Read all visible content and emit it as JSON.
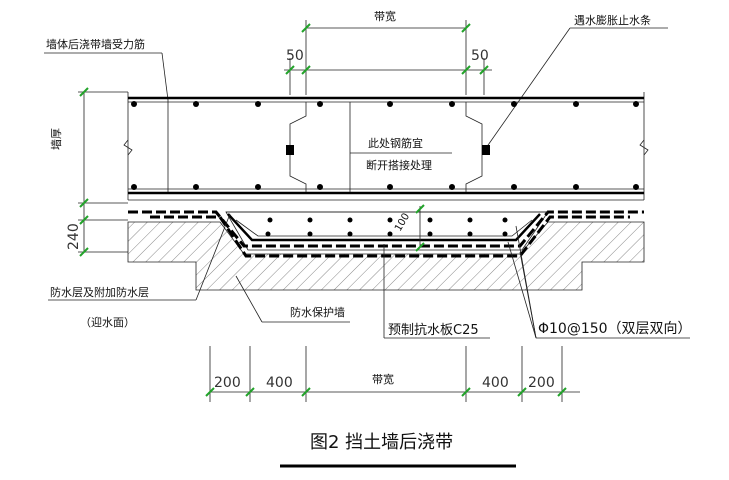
{
  "labels": {
    "wall_rebar": "墙体后浇带墙受力筋",
    "water_stop": "遇水膨胀止水条",
    "rebar_note_1": "此处钢筋宜",
    "rebar_note_2": "断开搭接处理",
    "wall_thickness": "墙厚",
    "waterproof_layer": "防水层及附加防水层",
    "water_side": "（迎水面）",
    "protect_wall": "防水保护墙",
    "precast_plate": "预制抗水板C25",
    "rebar_spec": "Φ10@150（双层双向）",
    "title": "图2  挡土墙后浇带",
    "t_240": "240",
    "t_100": "100"
  },
  "dimensions": {
    "top": [
      "50",
      "带宽",
      "50"
    ],
    "bottom": [
      "200",
      "400",
      "带宽",
      "400",
      "200"
    ]
  },
  "colors": {
    "line": "#000000",
    "tick": "#22a32a",
    "hatch": "#555555"
  }
}
